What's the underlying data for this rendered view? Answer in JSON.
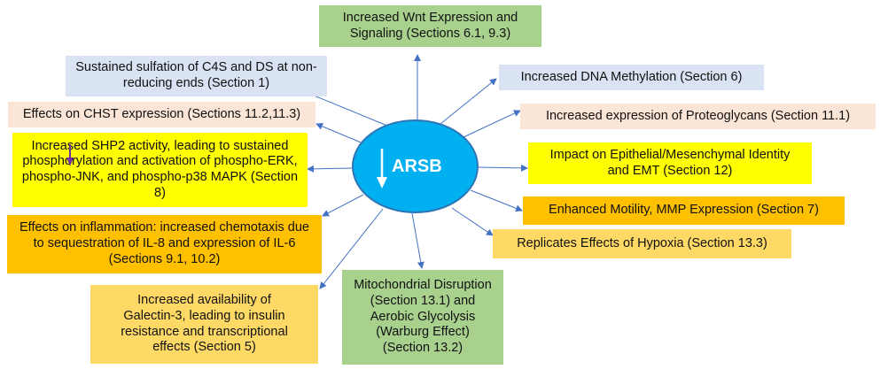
{
  "hub": {
    "label": "ARSB"
  },
  "boxes": {
    "wnt": "Increased Wnt Expression and Signaling (Sections 6.1, 9.3)",
    "sulfation": "Sustained sulfation of C4S and DS at non-reducing ends (Section 1)",
    "dna": "Increased DNA Methylation (Section 6)",
    "chst": "Effects on CHST expression (Sections 11.2,11.3)",
    "proteoglycans": "Increased expression of Proteoglycans (Section 11.1)",
    "shp2": "Increased SHP2 activity, leading to sustained phosphorylation and activation of phospho-ERK, phospho-JNK, and phospho-p38 MAPK (Section 8)",
    "emt": "Impact on Epithelial/Mesenchymal Identity and EMT (Section 12)",
    "motility": "Enhanced Motility, MMP Expression (Section 7)",
    "inflammation": "Effects on inflammation: increased chemotaxis due to sequestration of IL-8 and expression of IL-6 (Sections 9.1, 10.2)",
    "hypoxia": "Replicates Effects of Hypoxia (Section 13.3)",
    "galectin": "Increased availability of Galectin-3, leading to insulin resistance and transcriptional effects (Section 5)",
    "mito": "Mitochondrial Disruption (Section 13.1) and Aerobic Glycolysis (Warburg Effect) (Section 13.2)"
  },
  "colors": {
    "hub_fill": "#00b0f0",
    "arrow": "#4472c4",
    "blue": "#dae3f3",
    "green": "#a9d18e",
    "pink": "#fbe5d6",
    "yellow": "#ffff00",
    "orange": "#ffc000",
    "light_orange": "#ffd966",
    "marker": "#7030a0"
  },
  "icons": {
    "hub_arrow": "down-arrow-icon",
    "marker": "down-arrow-icon"
  }
}
